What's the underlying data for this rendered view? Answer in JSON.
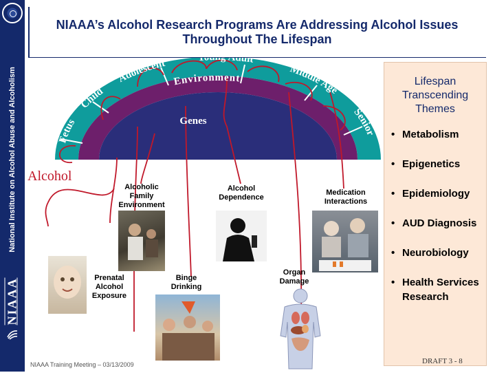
{
  "sidebar": {
    "org_name": "National Institute on Alcohol Abuse and Alcoholism",
    "abbr": "NIAAA"
  },
  "title": "NIAAA’s Alcohol Research Programs Are Addressing Alcohol Issues Throughout The Lifespan",
  "diagram": {
    "alcohol_label": "Alcohol",
    "lifespan_stages": [
      "Fetus",
      "Child",
      "Adolescent",
      "Young Adult",
      "Middle Age",
      "Senior"
    ],
    "environment_label": "Environment",
    "genes_label": "Genes",
    "issues": {
      "family_environment": "Alcoholic Family Environment",
      "dependence": "Alcohol Dependence",
      "medication": "Medication Interactions",
      "prenatal": "Prenatal Alcohol Exposure",
      "binge": "Binge Drinking",
      "organ": "Organ Damage"
    },
    "colors": {
      "teal": "#0f9c9c",
      "purple": "#6d1f6b",
      "navy": "#2a2e7a",
      "lines": "#c0182a"
    }
  },
  "themes": {
    "title": "Lifespan Transcending Themes",
    "items": [
      "Metabolism",
      "Epigenetics",
      "Epidemiology",
      "AUD Diagnosis",
      "Neurobiology",
      "Health Services Research"
    ]
  },
  "footer": {
    "left": "NIAAA Training Meeting – 03/13/2009",
    "right": "DRAFT 3 - 8"
  }
}
